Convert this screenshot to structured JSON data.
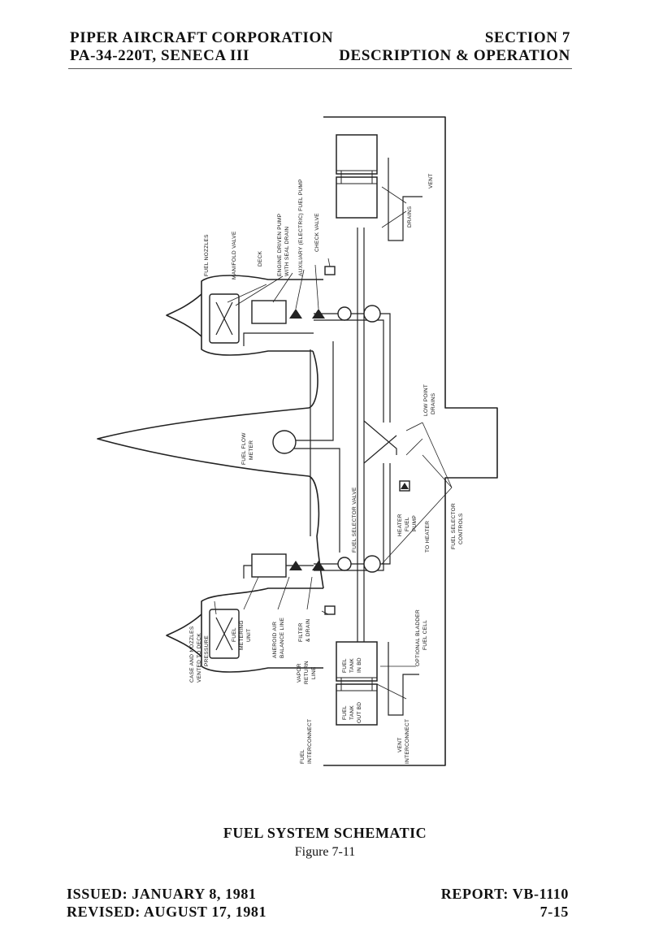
{
  "header": {
    "company": "PIPER AIRCRAFT CORPORATION",
    "model": "PA-34-220T, SENECA III",
    "section": "SECTION 7",
    "section_title": "DESCRIPTION & OPERATION"
  },
  "diagram": {
    "labels": {
      "fuel_nozzles": "FUEL NOZZLES",
      "manifold_valve": "MANIFOLD VALVE",
      "deck": "DECK",
      "engine_driven_pump": "ENGINE DRIVEN PUMP",
      "with_seal_drain": "WITH SEAL DRAIN",
      "aux_pump": "AUXILIARY (ELECTRIC) FUEL PUMP",
      "check_valve": "CHECK VALVE",
      "drains": "DRAINS",
      "vent": "VENT",
      "low_point": "LOW POINT",
      "drains2": "DRAINS",
      "fuel_flow": "FUEL FLOW",
      "meter": "METER",
      "fuel_selector_valve": "FUEL SELECTOR VALVE",
      "heater": "HEATER",
      "fuel": "FUEL",
      "pump": "PUMP",
      "to_heater": "TO HEATER",
      "fuel_selector": "FUEL SELECTOR",
      "controls": "CONTROLS",
      "case_nozzles_1": "CASE AND NOZZLES",
      "case_nozzles_2": "VENTED TO DECK",
      "case_nozzles_3": "PRESSURE",
      "fuel_metering_1": "FUEL",
      "fuel_metering_2": "METERING",
      "fuel_metering_3": "UNIT",
      "aneroid_1": "ANEROID AIR",
      "aneroid_2": "BALANCE LINE",
      "filter_1": "FILTER",
      "filter_2": "& DRAIN",
      "vapor_1": "VAPOR",
      "vapor_2": "RETURN",
      "vapor_3": "LINE",
      "tank_in_1": "FUEL",
      "tank_in_2": "TANK",
      "tank_in_3": "IN BD",
      "tank_out_1": "FUEL",
      "tank_out_2": "TANK",
      "tank_out_3": "OUT BD",
      "optional_1": "OPTIONAL BLADDER",
      "optional_2": "FUEL CELL",
      "fuel_inter_1": "FUEL",
      "fuel_inter_2": "INTERCONNECT",
      "vent_inter_1": "VENT",
      "vent_inter_2": "INTERCONNECT"
    }
  },
  "caption": {
    "title": "FUEL SYSTEM SCHEMATIC",
    "figure": "Figure 7-11"
  },
  "footer": {
    "issued": "ISSUED: JANUARY 8, 1981",
    "revised": "REVISED: AUGUST 17, 1981",
    "report": "REPORT: VB-1110",
    "page": "7-15"
  }
}
